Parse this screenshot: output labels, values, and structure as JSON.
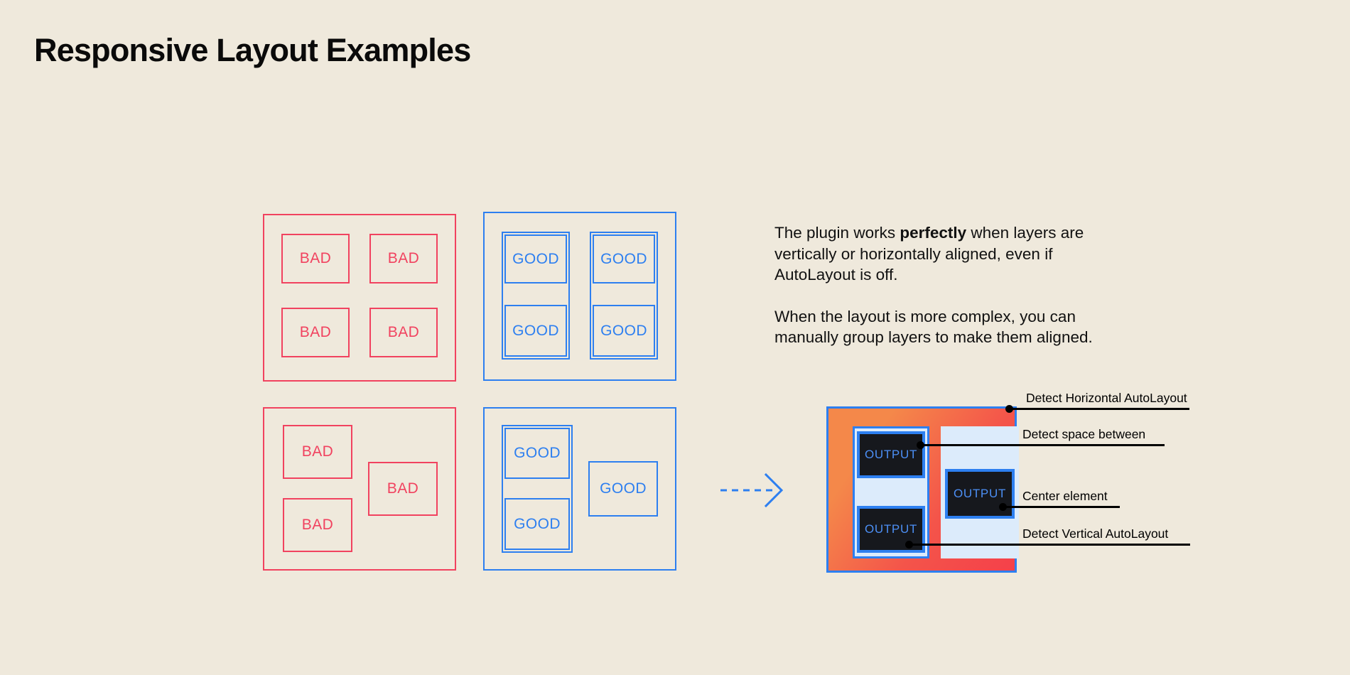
{
  "page": {
    "title": "Responsive Layout Examples",
    "background_color": "#EFE9DC"
  },
  "colors": {
    "bad": "#F1425F",
    "good": "#2D7FF0",
    "text": "#111111",
    "output_bg": "#16181D",
    "output_text": "#4C8FF5",
    "light_panel": "#DCEBFB",
    "result_gradient_start": "#F4884A",
    "result_gradient_end": "#F5404A"
  },
  "examples": {
    "bad_grid": {
      "variant": "bad",
      "cells": [
        {
          "label": "BAD"
        },
        {
          "label": "BAD"
        },
        {
          "label": "BAD"
        },
        {
          "label": "BAD"
        }
      ]
    },
    "good_grid": {
      "variant": "good",
      "cells": [
        {
          "label": "GOOD"
        },
        {
          "label": "GOOD"
        },
        {
          "label": "GOOD"
        },
        {
          "label": "GOOD"
        }
      ]
    },
    "bad_complex": {
      "variant": "bad",
      "cells": [
        {
          "label": "BAD"
        },
        {
          "label": "BAD"
        },
        {
          "label": "BAD"
        }
      ]
    },
    "good_complex": {
      "variant": "good",
      "cells": [
        {
          "label": "GOOD"
        },
        {
          "label": "GOOD"
        },
        {
          "label": "GOOD"
        }
      ]
    }
  },
  "description": {
    "paragraph1": {
      "before": "The plugin works ",
      "emphasis": "perfectly",
      "after": " when layers are vertically or horizontally aligned, even if AutoLayout is off."
    },
    "paragraph2": "When the layout is more complex, you can manually group layers to make them aligned."
  },
  "arrow": {
    "icon": "dashed-arrow-right-icon",
    "direction": "right",
    "style": "dashed"
  },
  "result_diagram": {
    "outputs": [
      {
        "label": "OUTPUT"
      },
      {
        "label": "OUTPUT"
      },
      {
        "label": "OUTPUT"
      }
    ],
    "callouts": [
      {
        "label": "Detect Horizontal AutoLayout"
      },
      {
        "label": "Detect space between"
      },
      {
        "label": "Center element"
      },
      {
        "label": "Detect Vertical AutoLayout"
      }
    ]
  }
}
